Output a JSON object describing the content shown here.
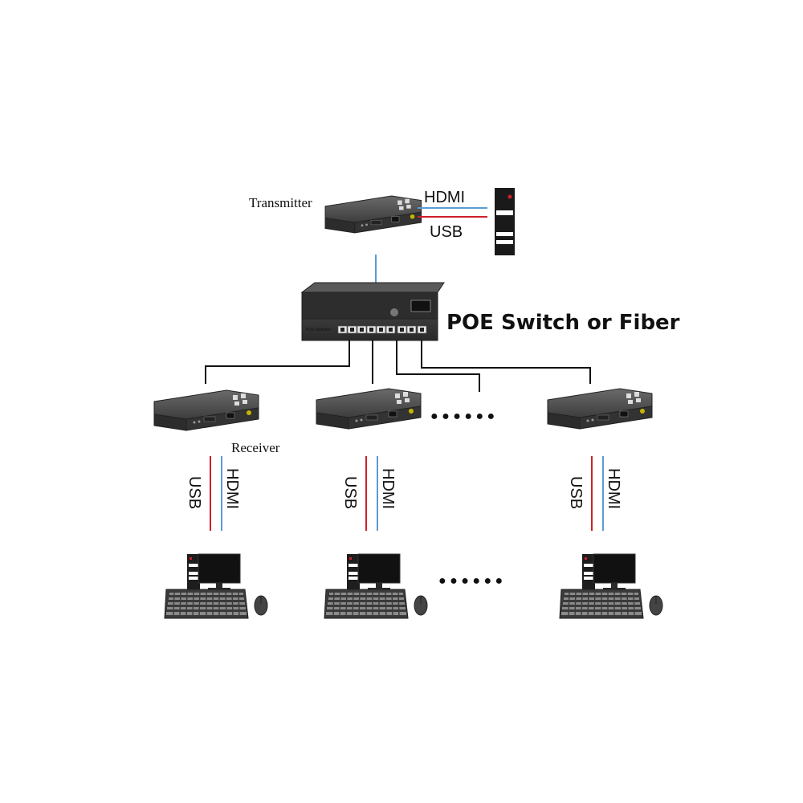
{
  "labels": {
    "transmitter": "Transmitter",
    "receiver": "Receiver",
    "switch": "POE Switch or Fiber",
    "switch_panel": "POE Switcher",
    "hdmi": "HDMI",
    "usb": "USB"
  },
  "colors": {
    "hdmi_line": "#5b9bd5",
    "usb_line": "#d0202a",
    "device_body": "#4a4a4a",
    "cable": "#111111"
  },
  "dots": "● ● ● ● ● ●"
}
